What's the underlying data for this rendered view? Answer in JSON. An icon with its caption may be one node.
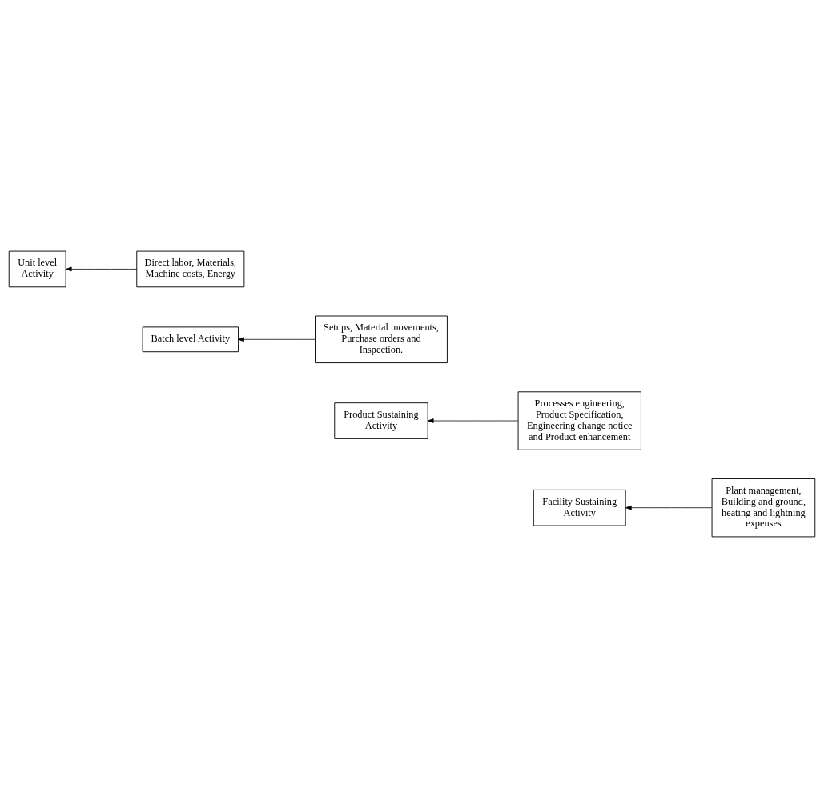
{
  "diagram": {
    "nodes": [
      {
        "text": [
          "Facility Sustaining Activity"
        ]
      },
      {
        "text": [
          "Plant management, Building and ground, heating and lightning expenses"
        ]
      },
      {
        "text": [
          "Product Sustaining Activity"
        ]
      },
      {
        "text": [
          "Processes engineering, Product Specification, Engineering change notice and Product enhancement"
        ]
      },
      {
        "text": [
          "Batch level Activity"
        ]
      },
      {
        "text": [
          "Setups, Material movements, Purchase orders and Inspection."
        ]
      },
      {
        "text": [
          "Unit level Activity"
        ]
      },
      {
        "text": [
          "Direct labor, Materials, Machine costs, Energy"
        ]
      }
    ],
    "edges": [
      {
        "from": 1,
        "to": 0,
        "arrow": "to"
      },
      {
        "from": 3,
        "to": 2,
        "arrow": "to"
      },
      {
        "from": 5,
        "to": 4,
        "arrow": "to"
      },
      {
        "from": 7,
        "to": 6,
        "arrow": "to"
      }
    ]
  }
}
